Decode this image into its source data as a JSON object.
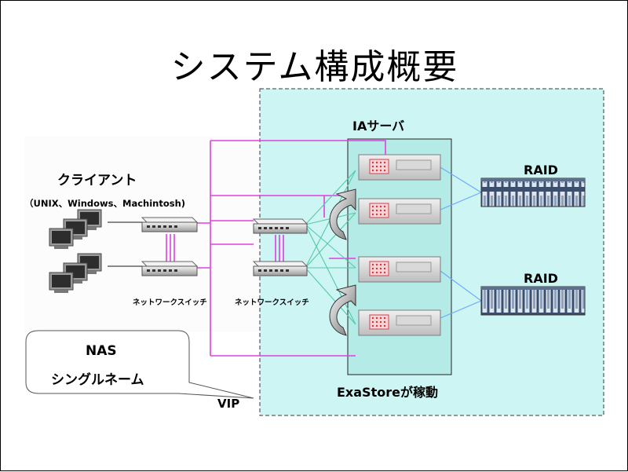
{
  "title": "システム構成概要",
  "labels": {
    "clients": "クライアント",
    "client_os": "（UNIX、Windows、Machintosh)",
    "ia_server": "IAサーバ",
    "raid_upper": "RAID",
    "raid_lower": "RAID",
    "switch_left": "ネットワークスイッチ",
    "switch_right": "ネットワークスイッチ",
    "exastore": "ExaStoreが稼動",
    "nas_line1": "NAS",
    "nas_line2": "シングルネーム",
    "vip": "VIP"
  },
  "colors": {
    "cluster_fill": "#cdf5f3",
    "cluster_border": "#3a3a3a",
    "server_box_fill": "#b8ebe6",
    "pink_link": "#e040e0",
    "green_link": "#55c9a6",
    "blue_link": "#6aa8ff"
  }
}
